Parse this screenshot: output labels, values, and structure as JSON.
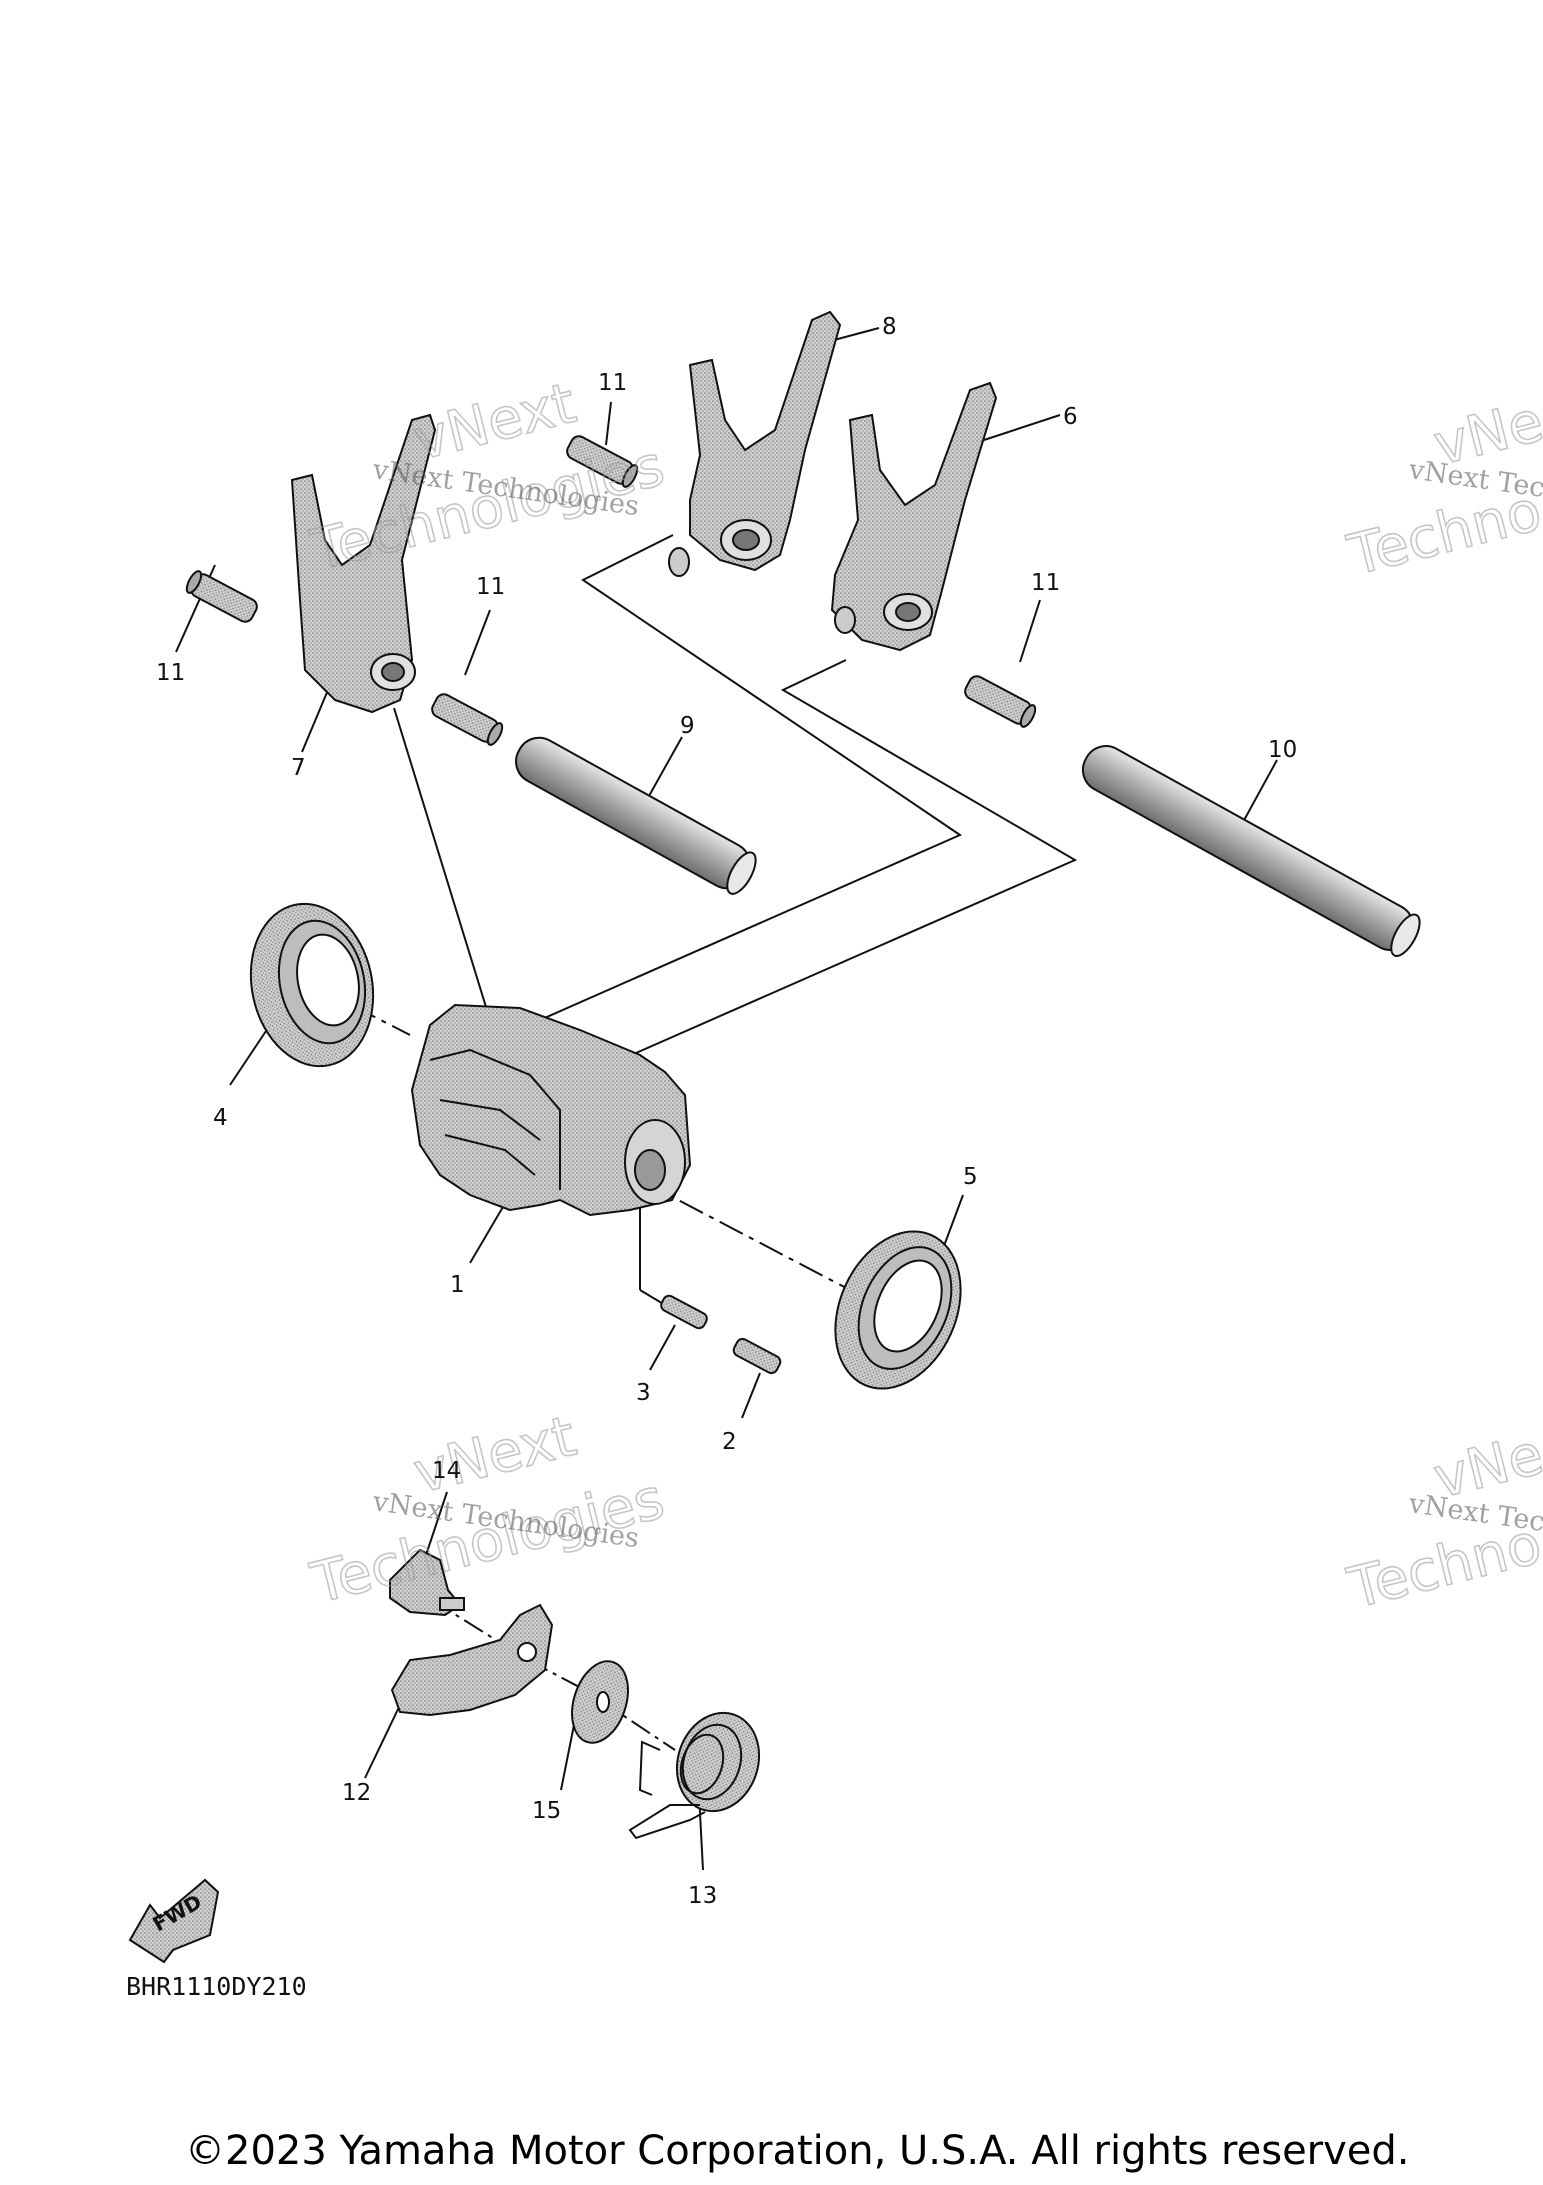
{
  "diagram": {
    "callouts": {
      "c1": "1",
      "c2": "2",
      "c3": "3",
      "c4": "4",
      "c5": "5",
      "c6": "6",
      "c7": "7",
      "c8": "8",
      "c9": "9",
      "c10": "10",
      "c11a": "11",
      "c11b": "11",
      "c11c": "11",
      "c11d": "11",
      "c12": "12",
      "c13": "13",
      "c14": "14",
      "c15": "15"
    },
    "fwd_label": "FWD",
    "drawing_code": "BHR1110DY210"
  },
  "watermark": {
    "line1": "vNext Technologies",
    "big_word_1": "vNext",
    "big_word_2": "Technologies",
    "right_line1": "vNext Tec",
    "right_big_1": "vNe",
    "right_big_2": "Techno"
  },
  "footer": {
    "copyright": "©2023 Yamaha Motor Corporation, U.S.A. All rights reserved."
  },
  "colors": {
    "part_fill": "#c8c8c8",
    "part_dark": "#8c8c8c",
    "line": "#111111"
  }
}
